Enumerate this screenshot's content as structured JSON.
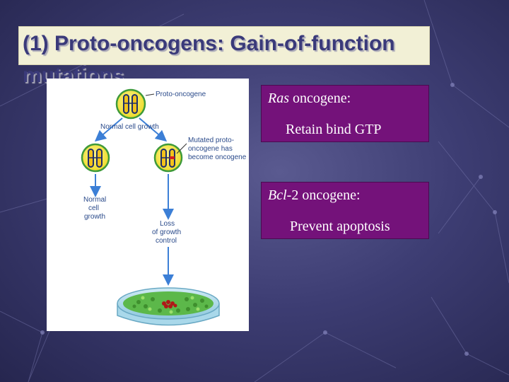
{
  "slide": {
    "title": "(1) Proto-oncogens: Gain-of-function mutations"
  },
  "figure": {
    "labels": {
      "proto_oncogene": "Proto-oncogene",
      "normal_cell_growth": "Normal cell growth",
      "mutated_line1": "Mutated proto-",
      "mutated_line2": "oncogene has",
      "mutated_line3": "become oncogene",
      "normal_line1": "Normal",
      "normal_line2": "cell",
      "normal_line3": "growth",
      "loss_line1": "Loss",
      "loss_line2": "of growth",
      "loss_line3": "control"
    }
  },
  "callouts": {
    "ras": {
      "gene": "Ras",
      "suffix": " oncogene:",
      "detail": "Retain bind GTP"
    },
    "bcl": {
      "gene": "Bcl",
      "suffix": "-2 oncogene:",
      "detail": "Prevent apoptosis"
    }
  },
  "colors": {
    "callout_bg": "#74127a",
    "title_bg": "#f2f0d6",
    "title_text": "#3a3a7a",
    "cell_fill": "#f3e33a",
    "cell_ring": "#3f9a3a",
    "arrow": "#3c7fd6",
    "mutation_mark": "#d42020"
  }
}
